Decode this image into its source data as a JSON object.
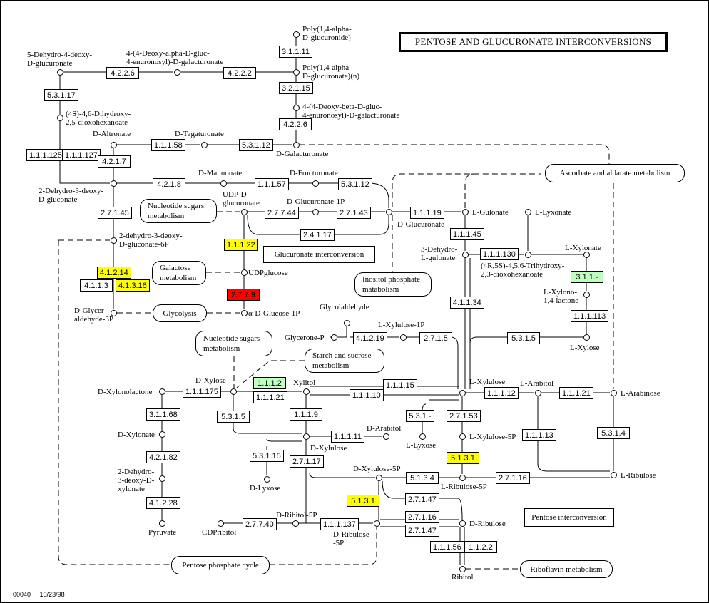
{
  "title": "PENTOSE AND GLUCURONATE INTERCONVERSIONS",
  "footer": {
    "map_id": "00040",
    "date": "10/23/98"
  },
  "colors": {
    "highlight_yellow": "#ffff00",
    "highlight_red": "#ff0000",
    "highlight_green": "#bfffbf",
    "default": "#ffffff"
  },
  "notes": [
    {
      "id": "n_gluc",
      "text": "Glucuronate interconversion"
    },
    {
      "id": "n_pent",
      "text": "Pentose interconversion"
    }
  ],
  "maps": [
    {
      "id": "m_asc",
      "text": "Ascorbate and aldarate metabolism"
    },
    {
      "id": "m_nuc1",
      "text": "Nucleotide sugars\nmetabolism"
    },
    {
      "id": "m_gal",
      "text": "Galactose\nmetabolism"
    },
    {
      "id": "m_gly",
      "text": "Glycolysis"
    },
    {
      "id": "m_ino",
      "text": "Inositol phosphate\nmatabolism"
    },
    {
      "id": "m_nuc2",
      "text": "Nucleotide sugars\nmetabolism"
    },
    {
      "id": "m_starch",
      "text": "Starch and sucrose\nmetabolism"
    },
    {
      "id": "m_ppc",
      "text": "Pentose phosphate cycle"
    },
    {
      "id": "m_ribo",
      "text": "Riboflavin metabolism"
    }
  ],
  "enzymes": [
    {
      "id": "e1",
      "ec": "3.1.1.11",
      "status": "default"
    },
    {
      "id": "e2",
      "ec": "4.2.2.2",
      "status": "default"
    },
    {
      "id": "e3",
      "ec": "4.2.2.6",
      "status": "default"
    },
    {
      "id": "e4",
      "ec": "3.2.1.15",
      "status": "default"
    },
    {
      "id": "e5",
      "ec": "4.2.2.6",
      "status": "default"
    },
    {
      "id": "e6",
      "ec": "5.3.1.17",
      "status": "default"
    },
    {
      "id": "e7",
      "ec": "1.1.1.125",
      "status": "default"
    },
    {
      "id": "e8",
      "ec": "1.1.1.127",
      "status": "default"
    },
    {
      "id": "e9",
      "ec": "4.2.1.7",
      "status": "default"
    },
    {
      "id": "e10",
      "ec": "1.1.1.58",
      "status": "default"
    },
    {
      "id": "e11",
      "ec": "5.3.1.12",
      "status": "default"
    },
    {
      "id": "e12",
      "ec": "4.2.1.8",
      "status": "default"
    },
    {
      "id": "e13",
      "ec": "1.1.1.57",
      "status": "default"
    },
    {
      "id": "e14",
      "ec": "5.3.1.12",
      "status": "default"
    },
    {
      "id": "e15",
      "ec": "2.7.1.45",
      "status": "default"
    },
    {
      "id": "e16",
      "ec": "2.7.7.44",
      "status": "default"
    },
    {
      "id": "e17",
      "ec": "2.7.1.43",
      "status": "default"
    },
    {
      "id": "e18",
      "ec": "2.4.1.17",
      "status": "default"
    },
    {
      "id": "e19",
      "ec": "1.1.1.19",
      "status": "default"
    },
    {
      "id": "e20",
      "ec": "1.1.1.22",
      "status": "yellow"
    },
    {
      "id": "e21",
      "ec": "4.1.2.14",
      "status": "yellow"
    },
    {
      "id": "e22",
      "ec": "4.1.1.3",
      "status": "default"
    },
    {
      "id": "e23",
      "ec": "4.1.3.16",
      "status": "yellow"
    },
    {
      "id": "e24",
      "ec": "2.7.7.9",
      "status": "red"
    },
    {
      "id": "e25",
      "ec": "1.1.1.45",
      "status": "default"
    },
    {
      "id": "e26",
      "ec": "1.1.1.130",
      "status": "default"
    },
    {
      "id": "e27",
      "ec": "3.1.1.-",
      "status": "green"
    },
    {
      "id": "e28",
      "ec": "1.1.1.113",
      "status": "default"
    },
    {
      "id": "e29",
      "ec": "4.1.1.34",
      "status": "default"
    },
    {
      "id": "e30",
      "ec": "4.1.2.19",
      "status": "default"
    },
    {
      "id": "e31",
      "ec": "2.7.1.5",
      "status": "default"
    },
    {
      "id": "e32",
      "ec": "5.3.1.5",
      "status": "default"
    },
    {
      "id": "e33",
      "ec": "1.1.1.175",
      "status": "default"
    },
    {
      "id": "e34",
      "ec": "1.1.1.2",
      "status": "green"
    },
    {
      "id": "e35",
      "ec": "1.1.1.21",
      "status": "default"
    },
    {
      "id": "e36",
      "ec": "1.1.1.15",
      "status": "default"
    },
    {
      "id": "e37",
      "ec": "1.1.1.10",
      "status": "default"
    },
    {
      "id": "e38",
      "ec": "1.1.1.12",
      "status": "default"
    },
    {
      "id": "e39",
      "ec": "1.1.1.21",
      "status": "default"
    },
    {
      "id": "e40",
      "ec": "3.1.1.68",
      "status": "default"
    },
    {
      "id": "e41",
      "ec": "5.3.1.5",
      "status": "default"
    },
    {
      "id": "e42",
      "ec": "1.1.1.9",
      "status": "default"
    },
    {
      "id": "e43",
      "ec": "5.3.1.-",
      "status": "default"
    },
    {
      "id": "e44",
      "ec": "2.7.1.53",
      "status": "default"
    },
    {
      "id": "e45",
      "ec": "1.1.1.11",
      "status": "default"
    },
    {
      "id": "e46",
      "ec": "4.2.1.82",
      "status": "default"
    },
    {
      "id": "e47",
      "ec": "5.3.1.15",
      "status": "default"
    },
    {
      "id": "e48",
      "ec": "2.7.1.17",
      "status": "default"
    },
    {
      "id": "e49",
      "ec": "1.1.1.13",
      "status": "default"
    },
    {
      "id": "e50",
      "ec": "5.3.1.4",
      "status": "default"
    },
    {
      "id": "e51",
      "ec": "5.1.3.1",
      "status": "yellow"
    },
    {
      "id": "e52",
      "ec": "5.1.3.4",
      "status": "default"
    },
    {
      "id": "e53",
      "ec": "2.7.1.16",
      "status": "default"
    },
    {
      "id": "e54",
      "ec": "4.1.2.28",
      "status": "default"
    },
    {
      "id": "e55",
      "ec": "5.1.3.1",
      "status": "yellow"
    },
    {
      "id": "e56",
      "ec": "2.7.1.47",
      "status": "default"
    },
    {
      "id": "e57",
      "ec": "2.7.7.40",
      "status": "default"
    },
    {
      "id": "e58",
      "ec": "1.1.1.137",
      "status": "default"
    },
    {
      "id": "e59",
      "ec": "2.7.1.16",
      "status": "default"
    },
    {
      "id": "e60",
      "ec": "2.7.1.47",
      "status": "default"
    },
    {
      "id": "e61",
      "ec": "1.1.1.56",
      "status": "default"
    },
    {
      "id": "e62",
      "ec": "1.1.2.2",
      "status": "default"
    }
  ],
  "compounds": [
    {
      "id": "c1",
      "name": "Poly(1,4-alpha-\nD-glucuronide)"
    },
    {
      "id": "c2",
      "name": "Poly(1,4-alpha-\nD-glucuronate)(n)"
    },
    {
      "id": "c3",
      "name": "4-(4-Deoxy-beta-D-gluc-\n4-enuronosyl)-D-galacturonate"
    },
    {
      "id": "c4",
      "name": "D-Galacturonate"
    },
    {
      "id": "c5",
      "name": "4-(4-Deoxy-alpha-D-gluc-\n4-enuronosyl)-D-galacturonate"
    },
    {
      "id": "c6",
      "name": "5-Dehydro-4-deoxy-\nD-glucuronate"
    },
    {
      "id": "c7",
      "name": "(4S)-4,6-Dihydroxy-\n2,5-dioxohexanoate"
    },
    {
      "id": "c8",
      "name": "D-Altronate"
    },
    {
      "id": "c9",
      "name": "D-Tagaturonate"
    },
    {
      "id": "c10",
      "name": "2-Dehydro-3-deoxy-\nD-gluconate"
    },
    {
      "id": "c11",
      "name": "D-Mannonate"
    },
    {
      "id": "c12",
      "name": "D-Fructuronate"
    },
    {
      "id": "c13",
      "name": "UDP-D\nglucuronate"
    },
    {
      "id": "c14",
      "name": "D-Glucuronate-1P"
    },
    {
      "id": "c15",
      "name": "D-Glucuronate"
    },
    {
      "id": "c16",
      "name": "L-Gulonate"
    },
    {
      "id": "c17",
      "name": "L-Lyxonate"
    },
    {
      "id": "c18",
      "name": "2-dehydro-3-deoxy-\nD-gluconate-6P"
    },
    {
      "id": "c19",
      "name": "UDPglucose"
    },
    {
      "id": "c20",
      "name": "3-Dehydro-\nL-gulonate"
    },
    {
      "id": "c21",
      "name": "(4R,5S)-4,5,6-Trihydroxy-\n2,3-dioxohexanoate"
    },
    {
      "id": "c22",
      "name": "L-Xylonate"
    },
    {
      "id": "c23",
      "name": "L-Xylono-\n1,4-lactone"
    },
    {
      "id": "c24",
      "name": "D-Glycer-\naldehyde-3P"
    },
    {
      "id": "c25",
      "name": "α-D-Glucose-1P"
    },
    {
      "id": "c26",
      "name": "Glycolaldehyde"
    },
    {
      "id": "c27",
      "name": "L-Xylulose-1P"
    },
    {
      "id": "c28",
      "name": "Glycerone-P"
    },
    {
      "id": "c29",
      "name": "L-Xylose"
    },
    {
      "id": "c30",
      "name": "D-Xylose"
    },
    {
      "id": "c31",
      "name": "Xylitol"
    },
    {
      "id": "c32",
      "name": "D-Xylonolactone"
    },
    {
      "id": "c33",
      "name": "L-Xylulose"
    },
    {
      "id": "c34",
      "name": "L-Arabitol"
    },
    {
      "id": "c35",
      "name": "L-Arabinose"
    },
    {
      "id": "c36",
      "name": "D-Xylonate"
    },
    {
      "id": "c37",
      "name": "D-Arabitol"
    },
    {
      "id": "c38",
      "name": "D-Xylulose"
    },
    {
      "id": "c39",
      "name": "L-Lyxose"
    },
    {
      "id": "c40",
      "name": "L-Xylulose-5P"
    },
    {
      "id": "c41",
      "name": "2-Dehydro-\n3-deoxy-D-\nxylonate"
    },
    {
      "id": "c42",
      "name": "D-Lyxose"
    },
    {
      "id": "c43",
      "name": "D-Xylulose-5P"
    },
    {
      "id": "c44",
      "name": "L-Ribulose-5P"
    },
    {
      "id": "c45",
      "name": "L-Ribulose"
    },
    {
      "id": "c46",
      "name": "Pyruvate"
    },
    {
      "id": "c47",
      "name": "CDPribitol"
    },
    {
      "id": "c48",
      "name": "D-Ribitol-5P"
    },
    {
      "id": "c49",
      "name": "D-Ribulose\n-5P"
    },
    {
      "id": "c50",
      "name": "D-Ribulose"
    },
    {
      "id": "c51",
      "name": "Ribitol"
    }
  ]
}
